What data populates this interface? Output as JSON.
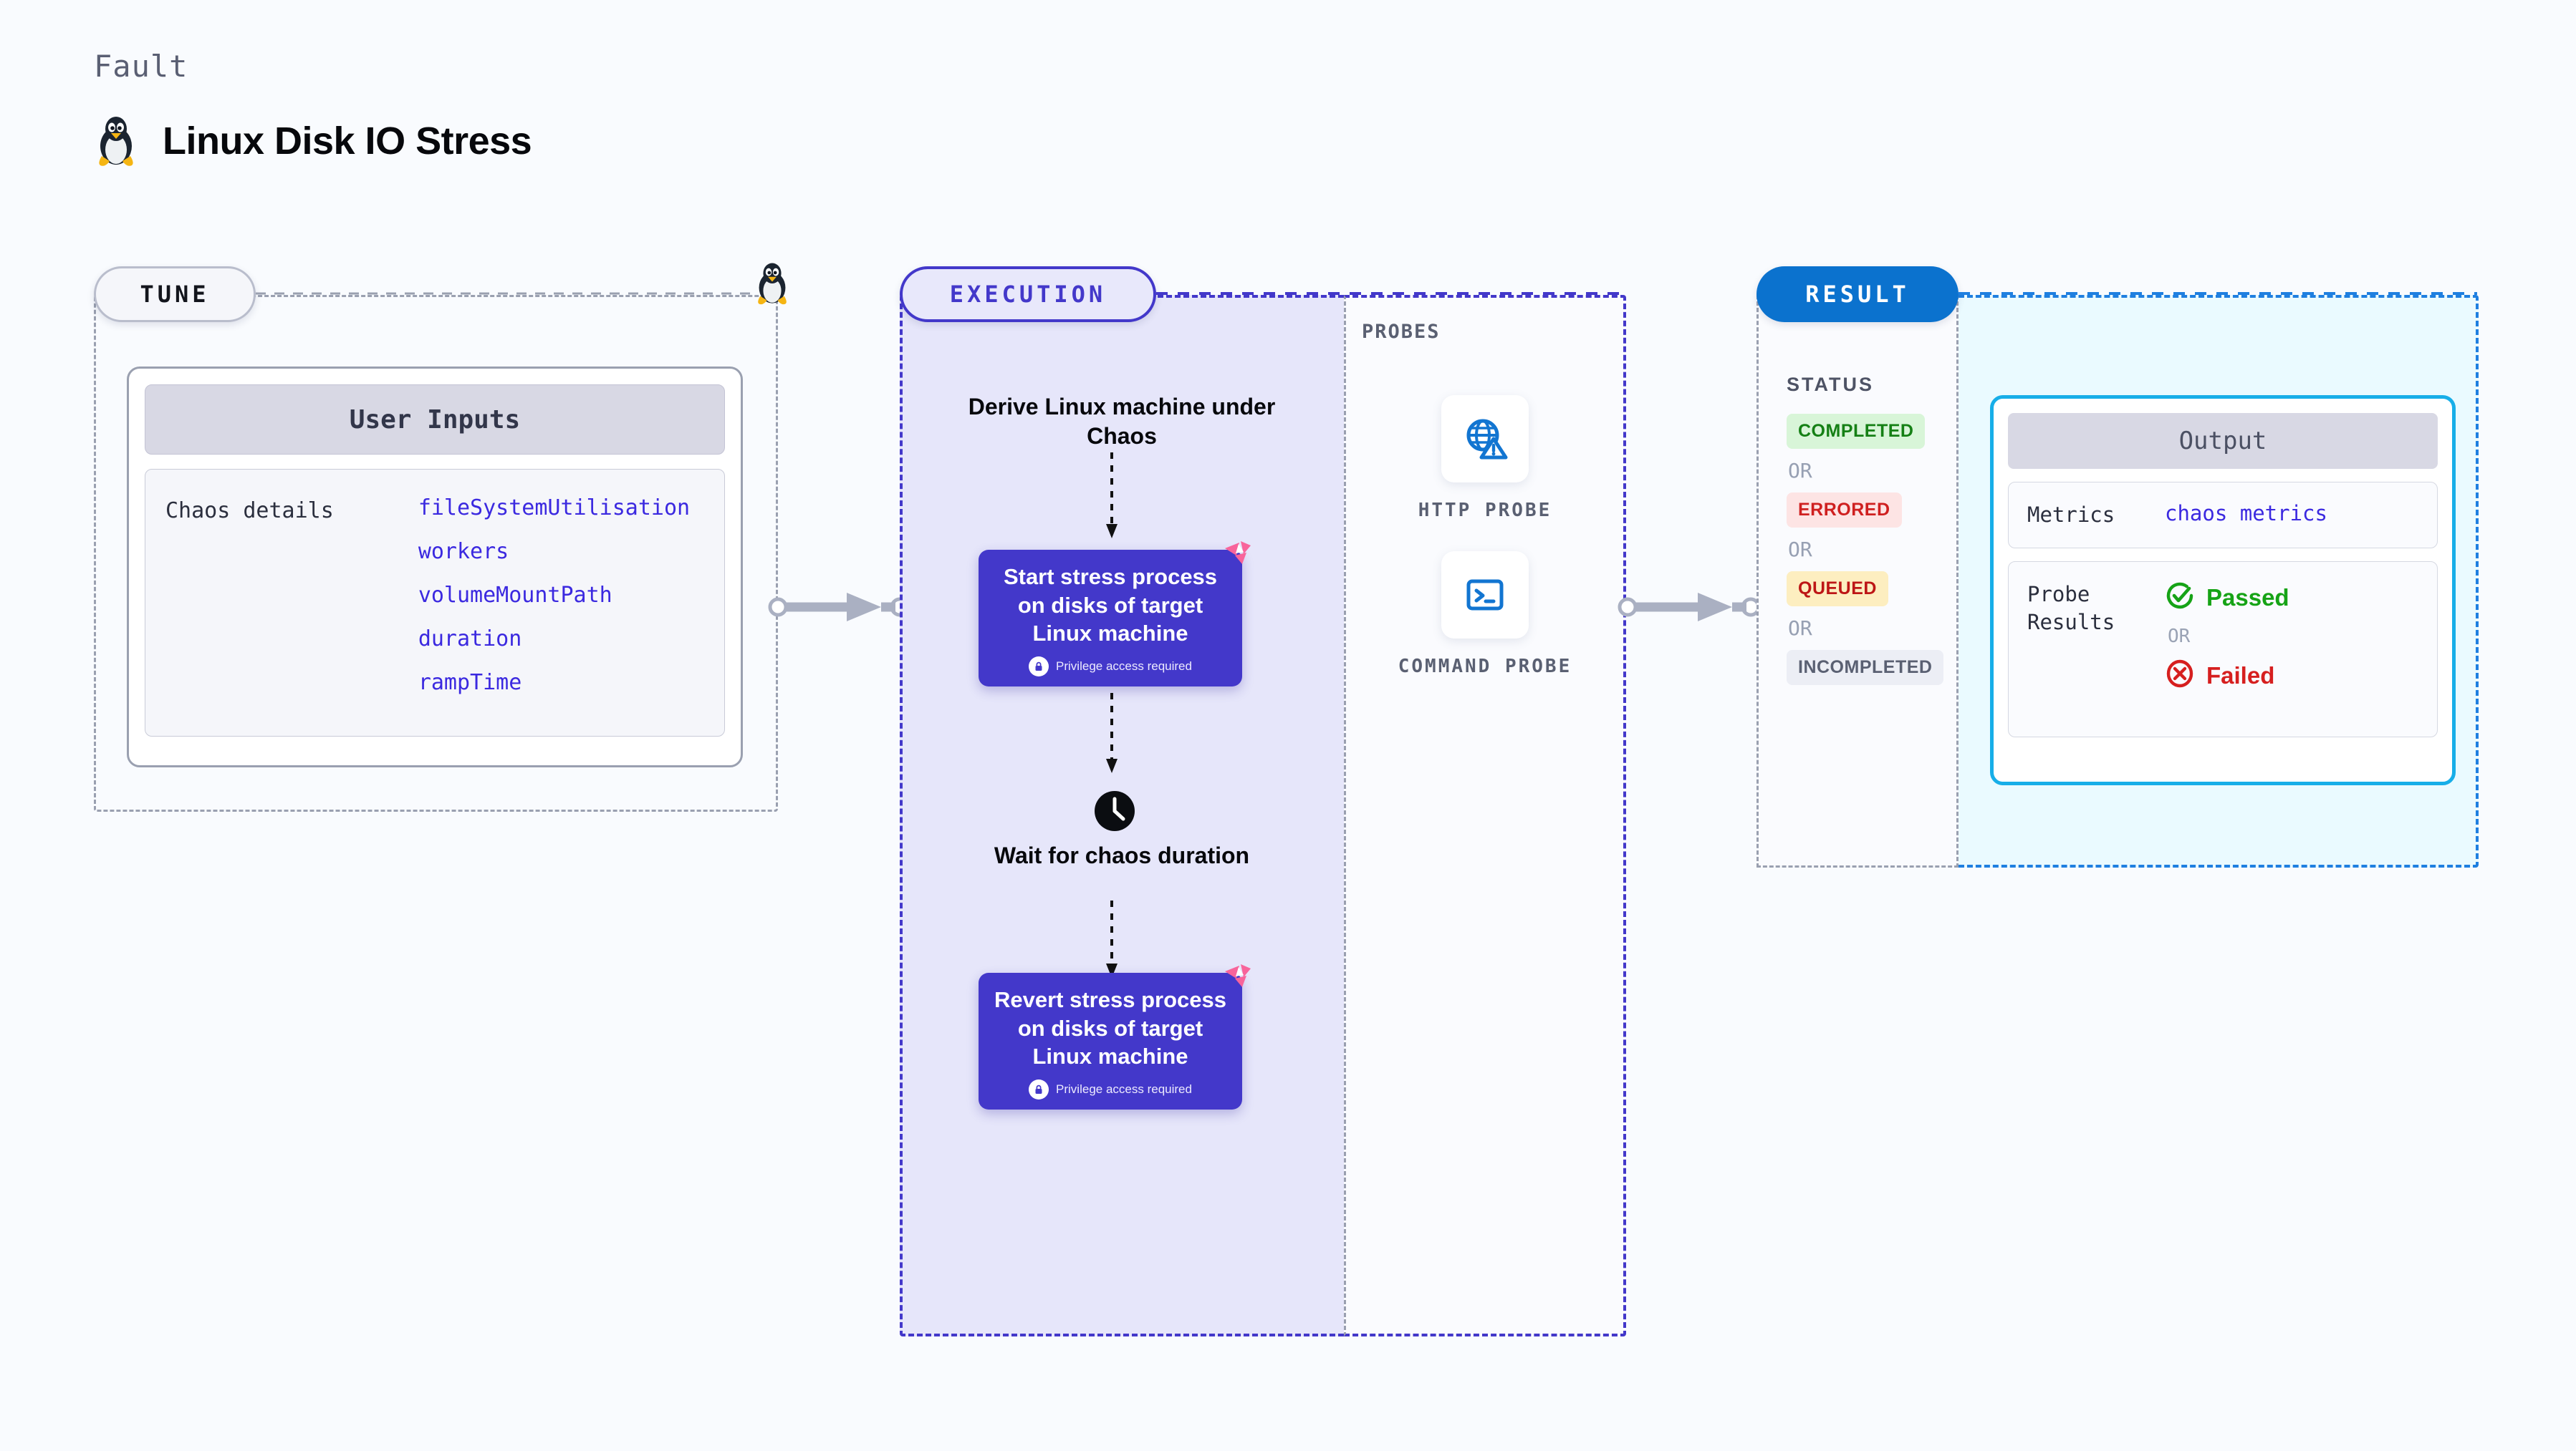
{
  "header": {
    "kicker": "Fault",
    "title": "Linux Disk IO Stress",
    "icon": "linux-penguin-icon"
  },
  "tune": {
    "badge": "TUNE",
    "card_header": "User Inputs",
    "details_label": "Chaos details",
    "parameters": [
      "fileSystemUtilisation",
      "workers",
      "volumeMountPath",
      "duration",
      "rampTime"
    ],
    "corner_icon": "linux-penguin-icon"
  },
  "execution": {
    "badge": "EXECUTION",
    "step1_text": "Derive Linux machine under Chaos",
    "node1": {
      "text": "Start stress process on disks of target Linux machine",
      "privilege_note": "Privilege access required",
      "privilege_icon": "lock-icon",
      "corner_icon": "litmus-logo-icon"
    },
    "wait_text": "Wait for chaos duration",
    "wait_icon": "clock-icon",
    "node2": {
      "text": "Revert stress process on disks of target Linux machine",
      "privilege_note": "Privilege access required",
      "privilege_icon": "lock-icon",
      "corner_icon": "litmus-logo-icon"
    }
  },
  "probes": {
    "title": "PROBES",
    "items": [
      {
        "label": "HTTP PROBE",
        "icon": "globe-warning-icon"
      },
      {
        "label": "COMMAND PROBE",
        "icon": "terminal-icon"
      }
    ]
  },
  "result": {
    "badge": "RESULT",
    "status_title": "STATUS",
    "or_label": "OR",
    "statuses": [
      {
        "label": "COMPLETED",
        "state": "completed"
      },
      {
        "label": "ERRORED",
        "state": "errored"
      },
      {
        "label": "QUEUED",
        "state": "queued"
      },
      {
        "label": "INCOMPLETED",
        "state": "incompleted"
      }
    ],
    "output": {
      "header": "Output",
      "metrics_label": "Metrics",
      "metrics_value": "chaos metrics",
      "probe_results_label": "Probe Results",
      "passed_label": "Passed",
      "passed_icon": "check-circle-icon",
      "failed_label": "Failed",
      "failed_icon": "x-circle-icon",
      "or_label": "OR"
    }
  },
  "colors": {
    "background": "#f9fbfe",
    "indigo": "#4338ca",
    "lavender_panel": "#e6e6fa",
    "blue_result": "#0b72ce",
    "cyan_panel": "#eafaff",
    "cyan_border": "#17aee8",
    "pink_logo": "#f8649b",
    "probe_blue": "#1275d1",
    "green": "#16a316",
    "red": "#d61f1f",
    "gray_dashed": "#9aa0b0",
    "param_blue": "#3b29e0"
  }
}
